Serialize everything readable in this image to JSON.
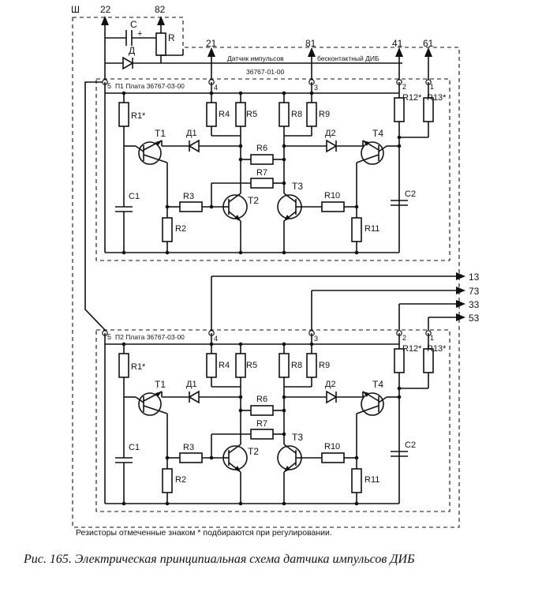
{
  "header": {
    "connector": "Ш",
    "terminals": [
      "22",
      "82",
      "21",
      "81",
      "41",
      "61"
    ],
    "capacitor": "C",
    "plus": "+",
    "diode": "Д",
    "resistor": "R",
    "sensor_label": "Датчик импульсов",
    "contactless_label": "бесконтактный ДИБ",
    "assembly_code": "36767-01-00"
  },
  "board_top": {
    "title": "П1 Плата 36767-03-00",
    "pins": [
      "5",
      "4",
      "3",
      "2",
      "1"
    ]
  },
  "board_bottom": {
    "title": "П2 Плата 36767-03-00",
    "pins": [
      "5",
      "4",
      "3",
      "2",
      "1"
    ]
  },
  "components": {
    "R1": "R1*",
    "R2": "R2",
    "R3": "R3",
    "R4": "R4",
    "R5": "R5",
    "R6": "R6",
    "R7": "R7",
    "R8": "R8",
    "R9": "R9",
    "R10": "R10",
    "R11": "R11",
    "R12": "R12*",
    "R13": "R13*",
    "C1": "C1",
    "C2": "C2",
    "D1": "Д1",
    "D2": "Д2",
    "T1": "T1",
    "T2": "T2",
    "T3": "T3",
    "T4": "T4"
  },
  "outputs": [
    "13",
    "73",
    "33",
    "53"
  ],
  "note": "Резисторы отмеченные знаком * подбираются при регулировании.",
  "caption": "Рис. 165. Электрическая принципиальная схема датчика импульсов ДИБ"
}
